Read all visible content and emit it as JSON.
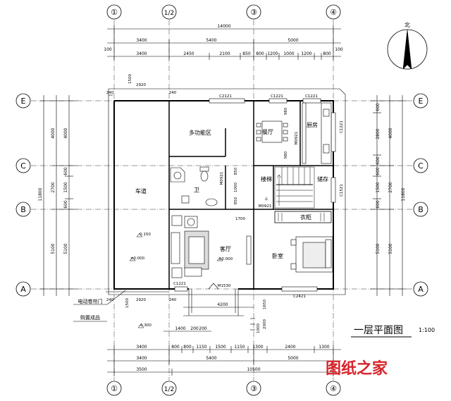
{
  "compass": {
    "north_label": "北"
  },
  "axes": {
    "vertical": [
      "①",
      "1/2",
      "③",
      "④"
    ],
    "horizontal": [
      "E",
      "C",
      "B",
      "A"
    ]
  },
  "dims_top": {
    "total": "14000",
    "row2": [
      "3400",
      "5400",
      "5000"
    ],
    "row3": [
      "3400",
      "2450",
      "2100",
      "850",
      "800",
      "1200",
      "1000",
      "1200",
      "800"
    ],
    "edge": [
      "100",
      "100"
    ]
  },
  "dims_bottom": {
    "row1": [
      "3400",
      "800",
      "800",
      "1150",
      "1500",
      "1150",
      "1300",
      "2400",
      "1300"
    ],
    "row2": [
      "3400",
      "5400",
      "5000"
    ],
    "row3_left": "3500",
    "total": "10500",
    "entry": [
      "1400",
      "200",
      "200"
    ],
    "steps": [
      "4200"
    ]
  },
  "dims_left": {
    "outer": "11800",
    "segs": [
      "4000",
      "2700",
      "5100"
    ],
    "inner": [
      "4000",
      "600",
      "1500",
      "600",
      "5100"
    ]
  },
  "dims_right": {
    "outer": "11800",
    "segs": [
      "4000",
      "2700",
      "5100"
    ],
    "inner": [
      "600",
      "2800",
      "600",
      "600",
      "1500",
      "600",
      "5100"
    ]
  },
  "windows": {
    "c2121": "C2121",
    "c1221a": "C1221",
    "c1221b": "C1221",
    "c1221v": "C1221",
    "c1521": "C1521",
    "c2421": "C2421",
    "c1221s": "C1221",
    "m1530": "M1530",
    "m0921": "M0921",
    "m0921b": "M0921",
    "m0921c": "M0921"
  },
  "rooms": {
    "multi": "多功能区",
    "dining": "餐厅",
    "kitchen": "厨房",
    "stair": "楼梯",
    "storage": "储存",
    "bath": "卫",
    "carport": "车道",
    "wardrobe": "衣柜",
    "living": "客厅",
    "living_level": "±0.000",
    "bedroom": "卧室",
    "carport_level1": "-0.150",
    "carport_level2": "±0.000",
    "outside_level": "-0.300",
    "up": "上"
  },
  "notes": {
    "door_note": "电动卷帘门",
    "door_note2": "购置成品",
    "top_left_dims": [
      "1500",
      "2920"
    ],
    "bottom_left_dims": [
      "1500",
      "2920"
    ],
    "misc": [
      "240",
      "240",
      "240",
      "240",
      "1700",
      "850",
      "1000",
      "850",
      "980",
      "980",
      "1650",
      "2000",
      "1000"
    ]
  },
  "title": {
    "main": "一层平面图",
    "scale": "1:100"
  },
  "watermark": "图纸之家"
}
